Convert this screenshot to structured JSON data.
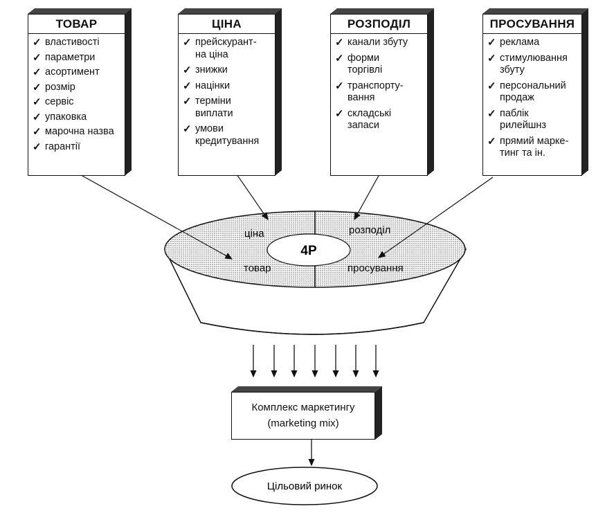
{
  "categories": [
    {
      "title": "ТОВАР",
      "items": [
        "властивості",
        "параметри",
        "асортимент",
        "розмір",
        "сервіс",
        "упаковка",
        "марочна назва",
        "гарантії"
      ]
    },
    {
      "title": "ЦІНА",
      "items": [
        "прейскурант-\nна ціна",
        "знижки",
        "націнки",
        "терміни\nвиплати",
        "умови\nкредитування"
      ]
    },
    {
      "title": "РОЗПОДІЛ",
      "items": [
        "канали збуту",
        "форми\nторгівлі",
        "транспорту-\nвання",
        "складські\nзапаси"
      ]
    },
    {
      "title": "ПРОСУВАННЯ",
      "items": [
        "реклама",
        "стимулювання\nзбуту",
        "персональний\nпродаж",
        "паблік\nрилейшнз",
        "прямий марке-\nтинг та ін."
      ]
    }
  ],
  "bowl": {
    "center_label": "4P",
    "quadrants": {
      "top_left": "ціна",
      "top_right": "розподіл",
      "bottom_left": "товар",
      "bottom_right": "просування"
    }
  },
  "mix": {
    "line1": "Комплекс маркетингу",
    "line2": "(marketing mix)"
  },
  "target": "Цільовий ринок"
}
